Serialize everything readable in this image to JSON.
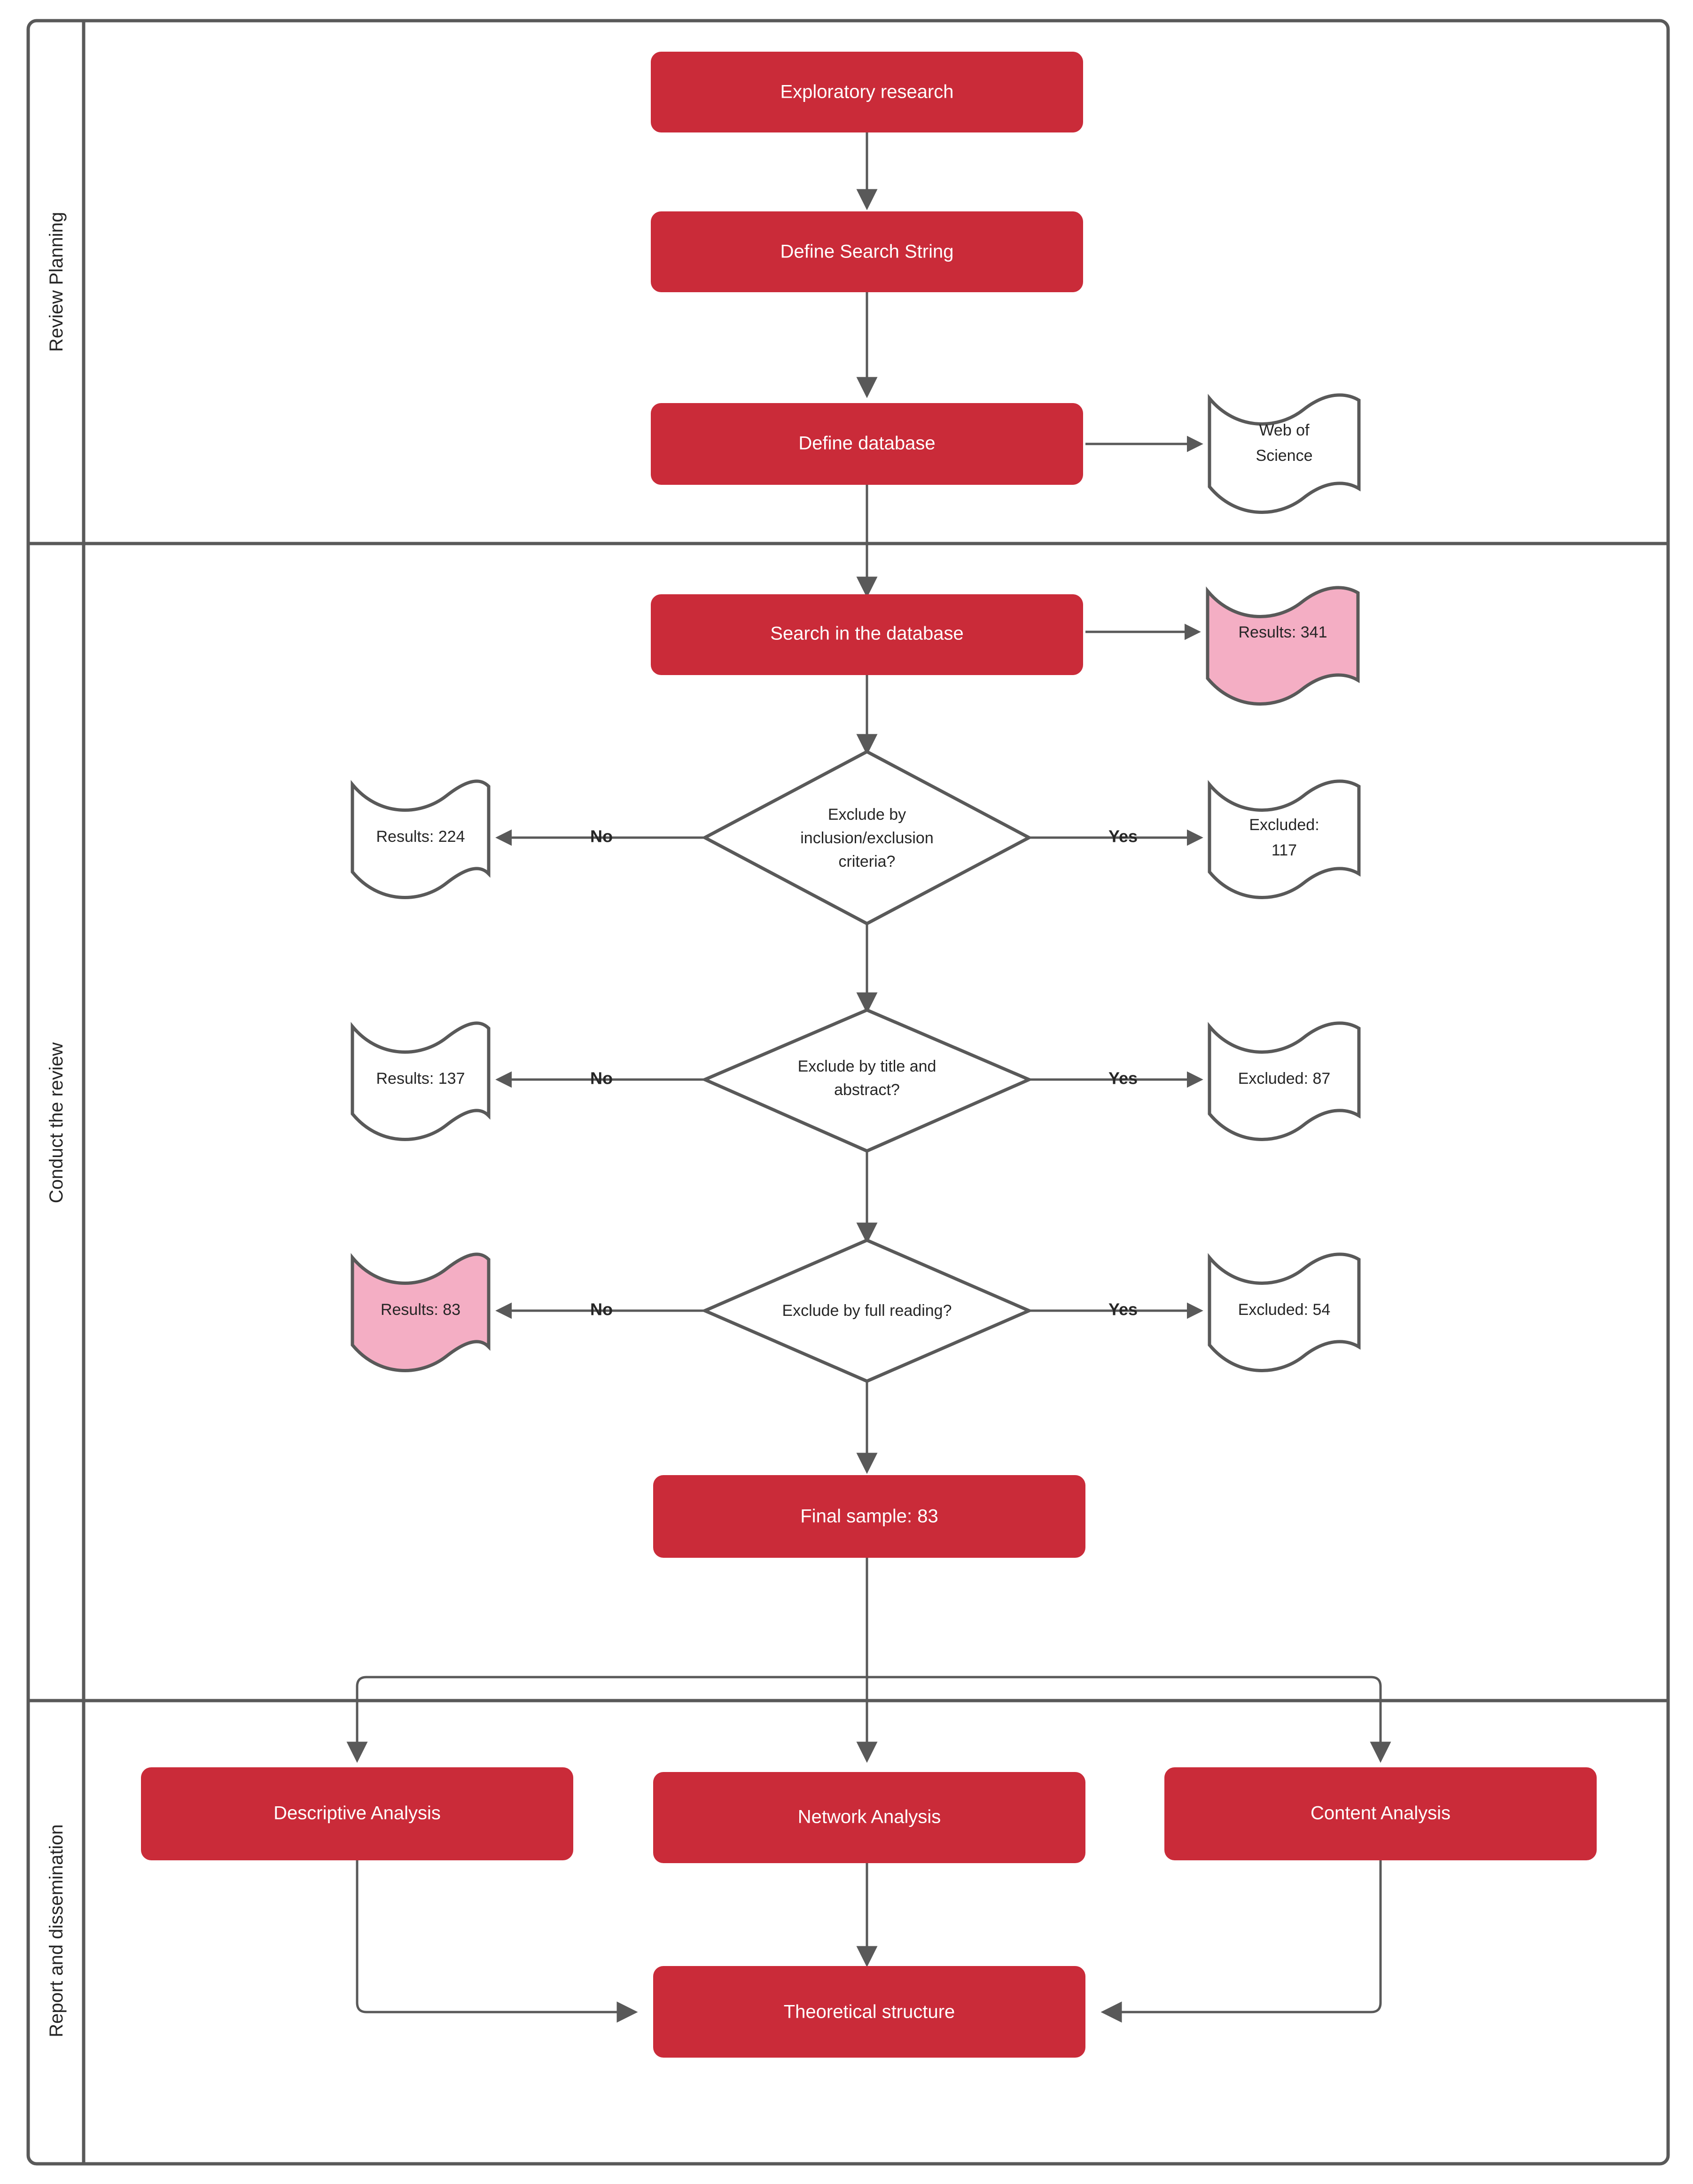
{
  "diagram": {
    "title": "Systematic literature review protocol flowchart",
    "colors": {
      "process_fill": "#CA2B39",
      "process_text": "#ffffff",
      "highlight_fill": "#F4AEC4",
      "outline": "#595959",
      "background": "#ffffff"
    },
    "lanes": [
      {
        "id": "lane-review-planning",
        "label": "Review Planning"
      },
      {
        "id": "lane-conduct-the-review",
        "label": "Conduct the review"
      },
      {
        "id": "lane-report-and-dissemination",
        "label": "Report and dissemination"
      }
    ],
    "nodes": {
      "exploratory_research": {
        "label": "Exploratory research",
        "type": "process"
      },
      "define_search_string": {
        "label": "Define Search String",
        "type": "process"
      },
      "define_database": {
        "label": "Define database",
        "type": "process"
      },
      "web_of_science_l1": {
        "label": "Web of",
        "type": "document"
      },
      "web_of_science_l2": {
        "label": "Science",
        "type": "document"
      },
      "search_in_database": {
        "label": "Search in the database",
        "type": "process"
      },
      "results_341": {
        "label": "Results: 341",
        "type": "document-highlight"
      },
      "decision_1_l1": {
        "label": "Exclude by",
        "type": "decision"
      },
      "decision_1_l2": {
        "label": "inclusion/exclusion",
        "type": "decision"
      },
      "decision_1_l3": {
        "label": "criteria?",
        "type": "decision"
      },
      "results_224": {
        "label": "Results: 224",
        "type": "document"
      },
      "excluded_117_l1": {
        "label": "Excluded:",
        "type": "document"
      },
      "excluded_117_l2": {
        "label": "117",
        "type": "document"
      },
      "decision_2_l1": {
        "label": "Exclude by title and",
        "type": "decision"
      },
      "decision_2_l2": {
        "label": "abstract?",
        "type": "decision"
      },
      "results_137": {
        "label": "Results: 137",
        "type": "document"
      },
      "excluded_87": {
        "label": "Excluded: 87",
        "type": "document"
      },
      "decision_3_l1": {
        "label": "Exclude by full reading?",
        "type": "decision"
      },
      "results_83": {
        "label": "Results: 83",
        "type": "document-highlight"
      },
      "excluded_54": {
        "label": "Excluded: 54",
        "type": "document"
      },
      "final_sample": {
        "label": "Final sample: 83",
        "type": "process"
      },
      "descriptive_analysis": {
        "label": "Descriptive Analysis",
        "type": "process"
      },
      "network_analysis": {
        "label": "Network Analysis",
        "type": "process"
      },
      "content_analysis": {
        "label": "Content Analysis",
        "type": "process"
      },
      "theoretical_structure": {
        "label": "Theoretical structure",
        "type": "process"
      }
    },
    "edge_labels": {
      "no_1": "No",
      "yes_1": "Yes",
      "no_2": "No",
      "yes_2": "Yes",
      "no_3": "No",
      "yes_3": "Yes"
    }
  },
  "chart_data": {
    "type": "diagram",
    "title": "Systematic literature review protocol flowchart",
    "stages": [
      {
        "lane": "Review Planning",
        "steps": [
          "Exploratory research",
          "Define Search String",
          "Define database"
        ],
        "artifacts": [
          "Web of Science"
        ]
      },
      {
        "lane": "Conduct the review",
        "steps": [
          "Search in the database",
          "Final sample: 83"
        ],
        "screenings": [
          {
            "question": "Exclude by inclusion/exclusion criteria?",
            "no": "Results: 224",
            "yes": "Excluded: 117"
          },
          {
            "question": "Exclude by title and abstract?",
            "no": "Results: 137",
            "yes": "Excluded: 87"
          },
          {
            "question": "Exclude by full reading?",
            "no": "Results: 83",
            "yes": "Excluded: 54"
          }
        ],
        "initial_results": "Results: 341"
      },
      {
        "lane": "Report and dissemination",
        "steps": [
          "Descriptive Analysis",
          "Network Analysis",
          "Content Analysis",
          "Theoretical structure"
        ]
      }
    ],
    "counts": {
      "initial": 341,
      "after_inclusion_exclusion": 224,
      "excluded_inclusion_exclusion": 117,
      "after_title_abstract": 137,
      "excluded_title_abstract": 87,
      "after_full_reading": 83,
      "excluded_full_reading": 54,
      "final_sample": 83
    }
  }
}
